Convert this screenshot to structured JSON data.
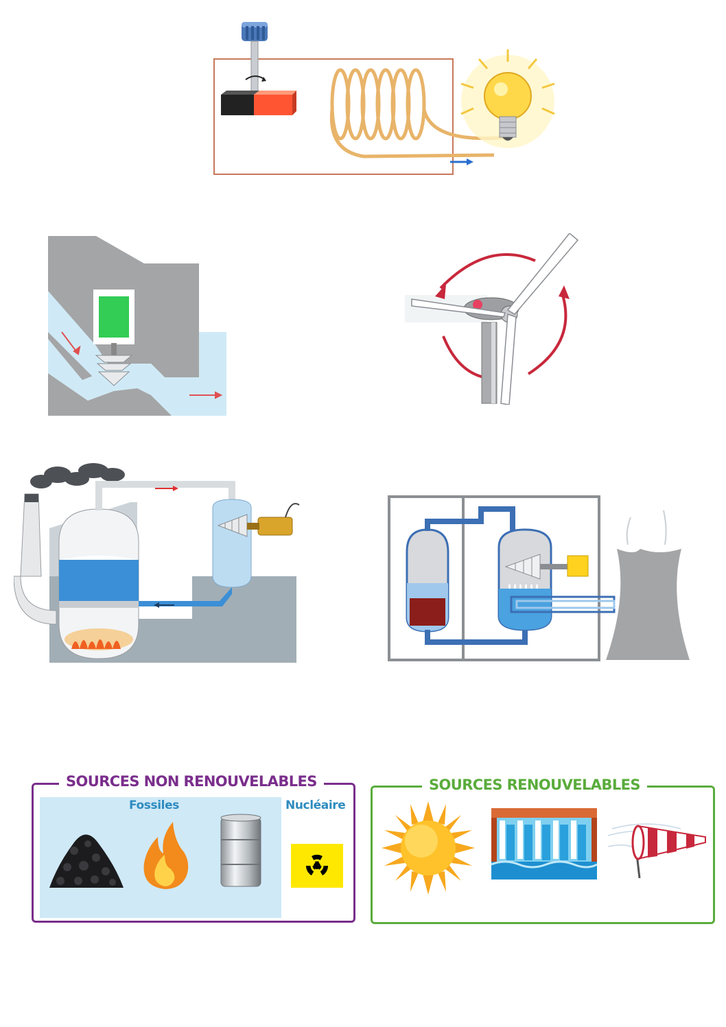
{
  "legend": {
    "non_renewable": {
      "title": "SOURCES NON RENOUVELABLES",
      "fossil_label": "Fossiles",
      "nuclear_label": "Nucléaire",
      "icons": [
        "coal-pile-icon",
        "flame-icon",
        "oil-barrel-icon",
        "radiation-sign-icon"
      ]
    },
    "renewable": {
      "title": "SOURCES RENOUVELABLES",
      "icons": [
        "sun-icon",
        "dam-waterfall-icon",
        "windsock-icon"
      ]
    }
  },
  "colors": {
    "non_renewable_accent": "#7a2e8c",
    "fossil_label": "#2f8bbf",
    "renewable_accent": "#5aac3c",
    "fossil_panel_bg": "#cfe9f7",
    "water_blue": "#3b8fd6",
    "machine_gray": "#a4a5a7",
    "alternator_green": "#33cc55",
    "fuel_red": "#8b1e1a"
  }
}
